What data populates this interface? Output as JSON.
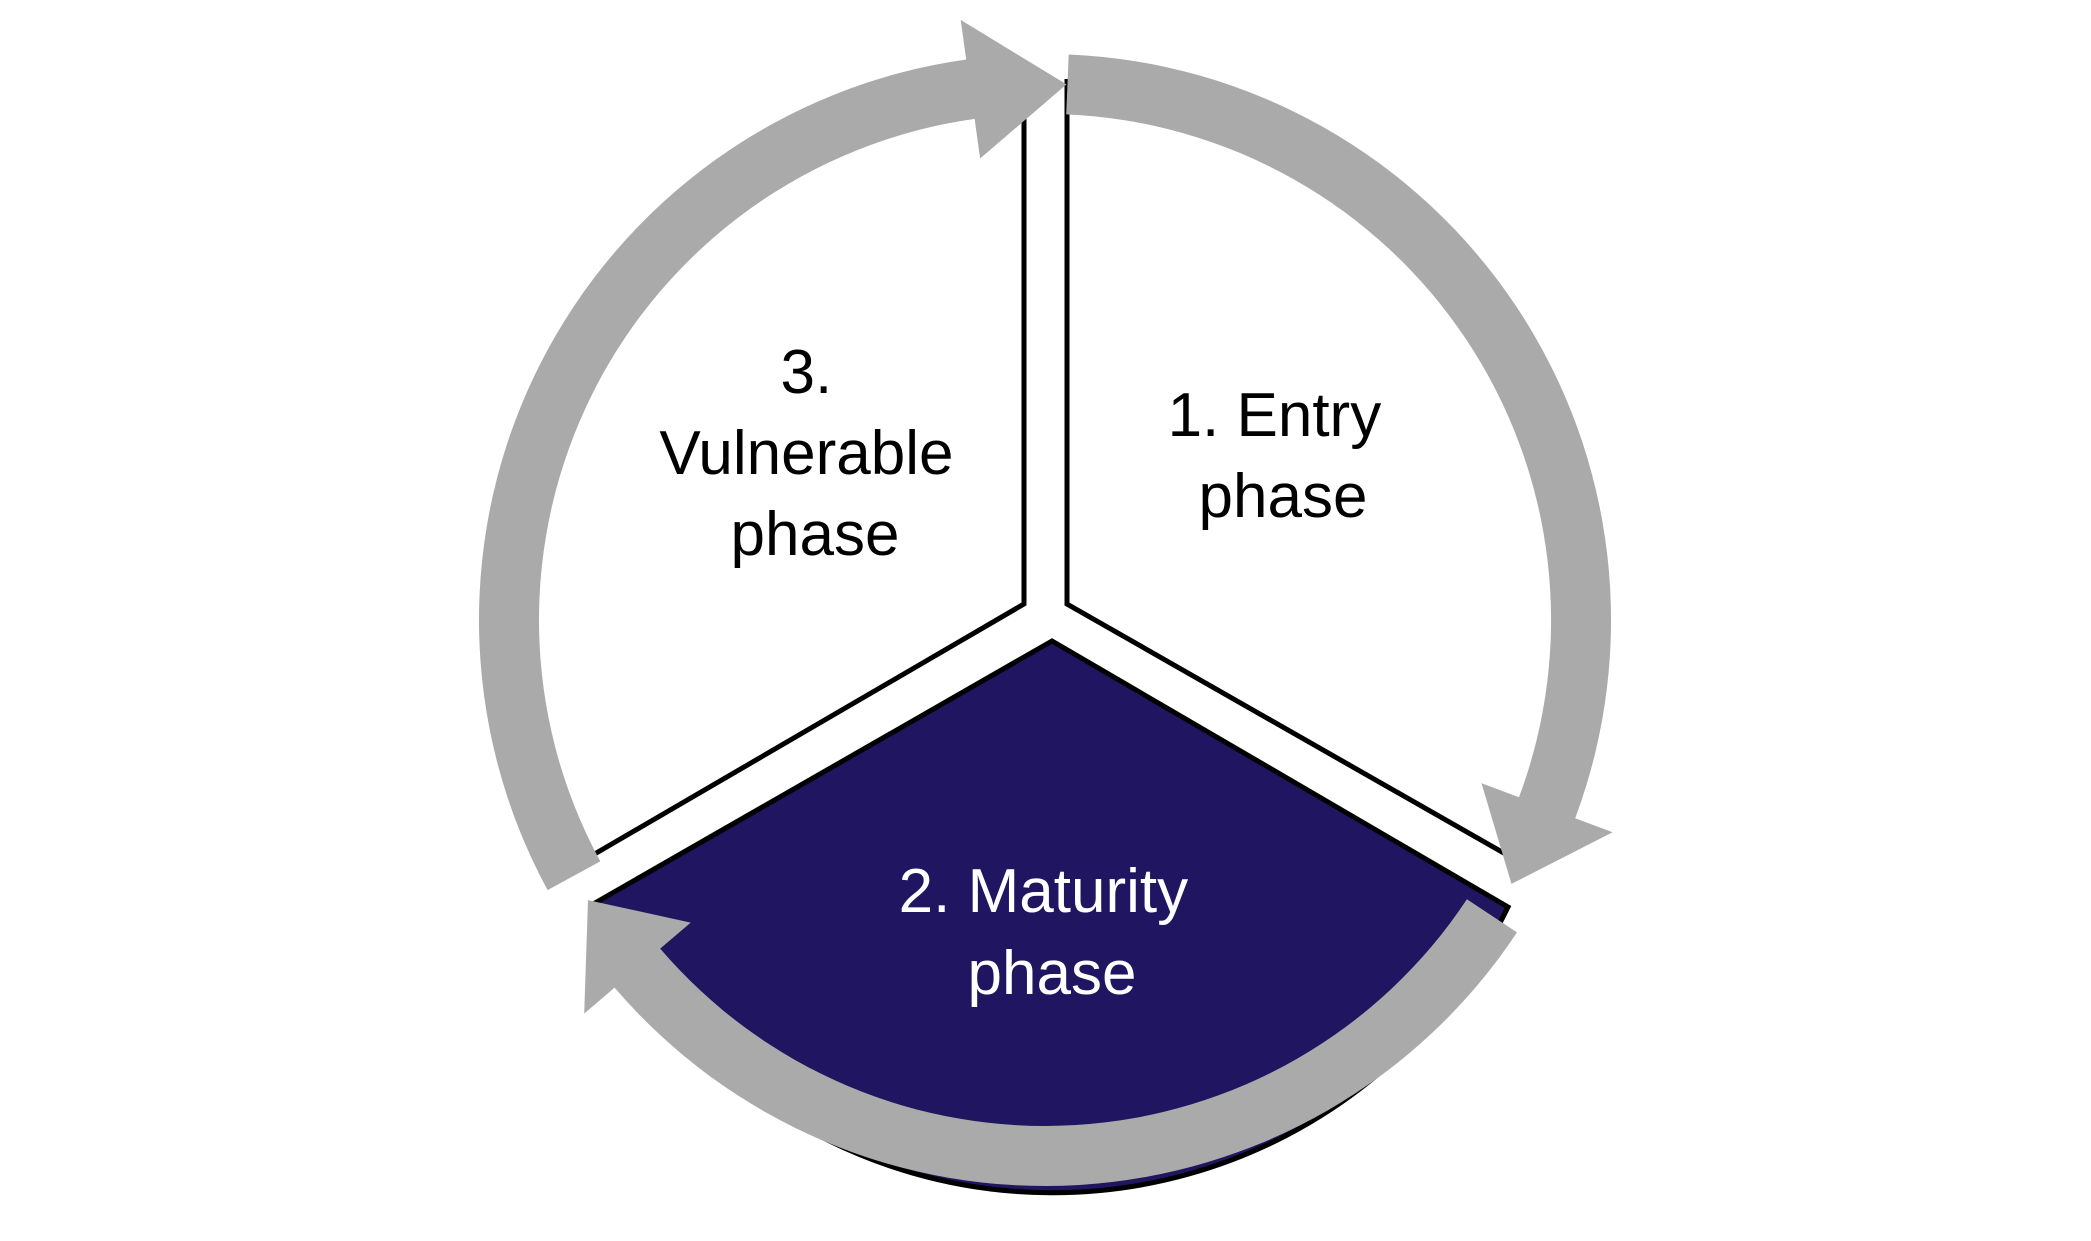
{
  "diagram": {
    "type": "cycle",
    "direction": "clockwise",
    "phases": [
      {
        "id": "entry",
        "order": 1,
        "lines": [
          "1. Entry",
          "phase"
        ],
        "highlighted": false
      },
      {
        "id": "maturity",
        "order": 2,
        "lines": [
          "2. Maturity",
          "phase"
        ],
        "highlighted": true
      },
      {
        "id": "vulnerable",
        "order": 3,
        "lines": [
          "3.",
          "Vulnerable",
          "phase"
        ],
        "highlighted": false
      }
    ],
    "arrows": [
      {
        "from": "entry",
        "to": "maturity"
      },
      {
        "from": "maturity",
        "to": "vulnerable"
      },
      {
        "from": "vulnerable",
        "to": "entry"
      }
    ]
  },
  "colors": {
    "arrow": "#AAAAAA",
    "highlight_fill": "#201560",
    "outline": "#000000",
    "background": "#FFFFFF",
    "text_dark": "#000000",
    "text_light": "#FFFFFF"
  }
}
